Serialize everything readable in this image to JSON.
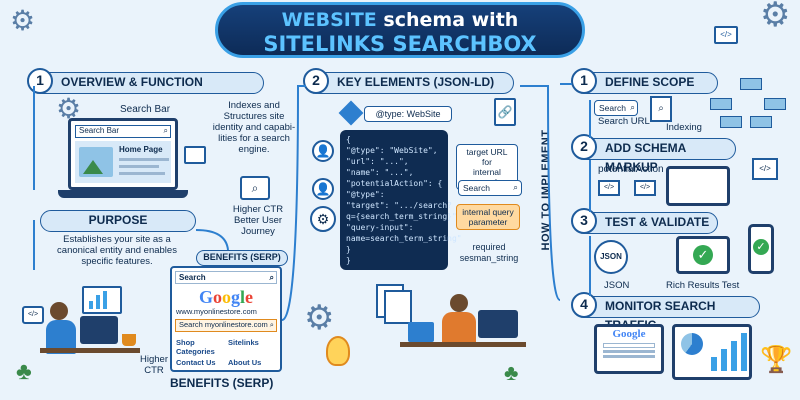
{
  "title": {
    "line1_accent": "WEBSITE",
    "line1_rest": " schema with",
    "line2": "SITELINKS SEARCHBOX"
  },
  "overview": {
    "num": "1",
    "heading": "OVERVIEW & FUNCTION",
    "search_bar_label": "Search Bar",
    "laptop_search": "Search Bar",
    "laptop_home": "Home Page",
    "description": [
      "Indexes and",
      "Structures site",
      "identity and capabi-",
      "lities for a search",
      "engine."
    ],
    "ctr": [
      "Higher CTR",
      "Better User",
      "Journey"
    ]
  },
  "purpose": {
    "heading": "PURPOSE",
    "text": [
      "Establishes your site as a",
      "canonical entity and enables",
      "specific features."
    ]
  },
  "benefits": {
    "heading_top": "BENEFITS (SERP)",
    "search_label": "Search",
    "google_letters": [
      "G",
      "o",
      "o",
      "g",
      "l",
      "e"
    ],
    "url": "www.myonlinestore.com",
    "search_field": "Search myonlinestore.com",
    "links": [
      "Shop Categories",
      "Sitelinks",
      "Contact Us",
      "About Us"
    ],
    "higher_ctr": [
      "Higher",
      "CTR"
    ],
    "heading_bottom": "BENEFITS (SERP)"
  },
  "key_elements": {
    "num": "2",
    "heading": "KEY ELEMENTS (JSON-LD)",
    "type_label": "@type: WebSite",
    "code": [
      "{",
      "  \"@type\": \"WebSite\",",
      "  \"url\": \"...\",",
      "  \"name\": \"...\",",
      "  \"potentialAction\": {",
      "    \"@type\":",
      "    \"target\": \".../search?",
      "    q={search_term_string}\",",
      "    \"query-input\":",
      "    name=search_term_string\"",
      "  }",
      "}"
    ],
    "target_note": [
      "target URL for",
      "internal search"
    ],
    "search_pill": "Search",
    "param_note": [
      "internal query",
      "parameter"
    ],
    "required_note": [
      "required",
      "sesman_string"
    ]
  },
  "how_to": {
    "vertical_label": "HOW TO IMPLEMENT",
    "steps": [
      {
        "num": "1",
        "heading": "DEFINE SCOPE",
        "search": "Search",
        "search_url": "Search URL",
        "indexing": "Indexing"
      },
      {
        "num": "2",
        "heading": "ADD SCHEMA MARKUP",
        "potential": "potentialAction"
      },
      {
        "num": "3",
        "heading": "TEST & VALIDATE",
        "json": "JSON",
        "rich": "Rich Results Test",
        "json_icon": "JSON"
      },
      {
        "num": "4",
        "heading": "MONITOR SEARCH TRAFFIC",
        "google": "Google"
      }
    ]
  },
  "colors": {
    "navy": "#0d2b4e",
    "blue": "#1f5b9c",
    "accent": "#5cc3ff",
    "orange": "#e08a1e"
  }
}
